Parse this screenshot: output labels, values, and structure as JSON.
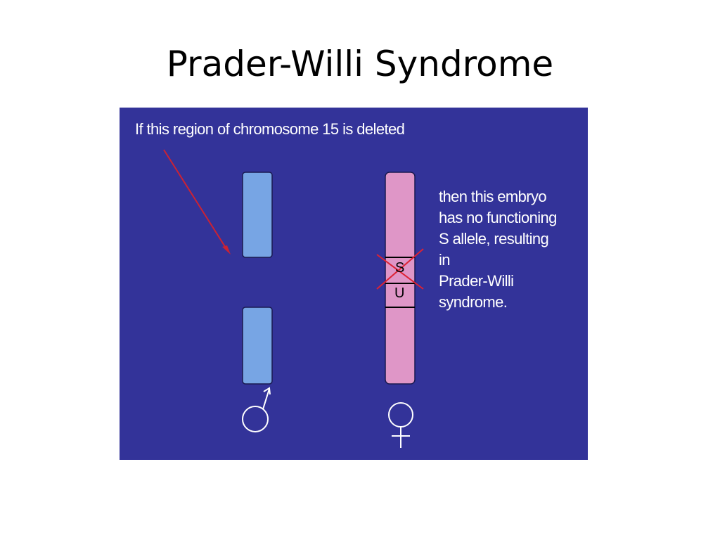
{
  "slide": {
    "title": "Prader-Willi Syndrome"
  },
  "diagram": {
    "top_caption": "If this region of chromosome 15 is deleted",
    "side_caption_lines": [
      "then this embryo",
      "has no functioning",
      "S allele, resulting",
      "in",
      "Prader-Willi",
      "syndrome."
    ],
    "loci": {
      "s": "S",
      "u": "U"
    },
    "icons": {
      "male": "male-symbol-icon",
      "female": "female-symbol-icon"
    },
    "colors": {
      "background": "#333399",
      "paternal_chromosome": "#77a5e4",
      "maternal_chromosome": "#df96c7",
      "arrow": "#cc2233",
      "cross": "#dd2233"
    }
  }
}
